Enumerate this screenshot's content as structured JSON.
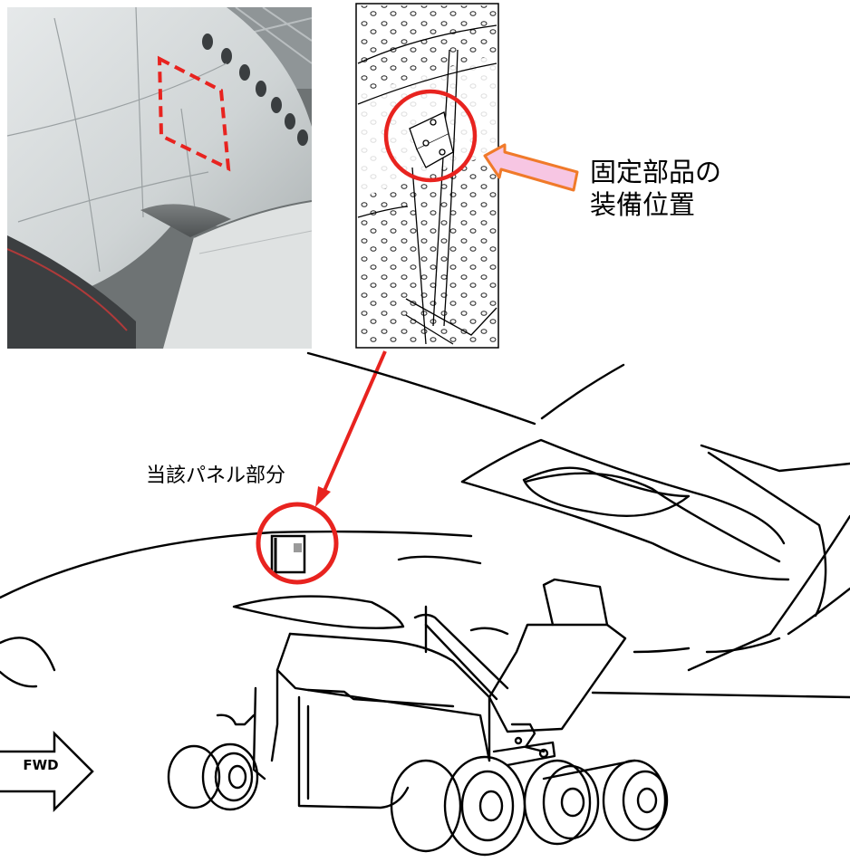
{
  "labels": {
    "fixture_location_line1": "固定部品の",
    "fixture_location_line2": "装備位置",
    "panel_area": "当該パネル部分",
    "fwd": "FWD"
  },
  "colors": {
    "callout_red": "#e8231f",
    "arrow_pink_fill": "#f7c6e3",
    "arrow_orange_stroke": "#f07a2a",
    "photo_fuselage": "#cdd2d3",
    "line_black": "#000000"
  },
  "icons": {
    "fwd_arrow": "right-arrow-icon",
    "pointer_arrow": "left-arrow-icon"
  }
}
